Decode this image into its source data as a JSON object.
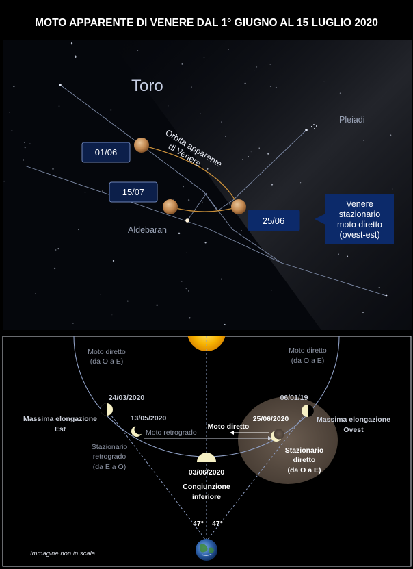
{
  "title": "MOTO APPARENTE DI VENERE DAL 1° GIUGNO AL 15 LUGLIO 2020",
  "sky": {
    "constellation": "Toro",
    "pleiades": "Pleiadi",
    "aldebaran": "Aldebaran",
    "orbit_label_line1": "Orbita apparente",
    "orbit_label_line2": "di Venere",
    "date_1": "01/06",
    "date_2": "15/07",
    "date_3": "25/06",
    "callout_line1": "Venere",
    "callout_line2": "stazionario",
    "callout_line3": "moto diretto",
    "callout_line4": "(ovest-est)"
  },
  "orbit_diagram": {
    "moto_diretto_left_1": "Moto diretto",
    "moto_diretto_left_2": "(da O a E)",
    "moto_diretto_right_1": "Moto diretto",
    "moto_diretto_right_2": "(da O a E)",
    "date_east": "24/03/2020",
    "max_east_1": "Massima elongazione",
    "max_east_2": "Est",
    "date_retro_start": "13/05/2020",
    "moto_retrogrado": "Moto retrogrado",
    "stazionario_retro_1": "Stazionario",
    "stazionario_retro_2": "retrogrado",
    "stazionario_retro_3": "(da E a O)",
    "date_west": "06/01/19",
    "max_west_1": "Massima elongazione",
    "max_west_2": "Ovest",
    "moto_diretto_mid": "Moto diretto",
    "date_station": "25/06/2020",
    "stazionario_dir_1": "Stazionario",
    "stazionario_dir_2": "diretto",
    "stazionario_dir_3": "(da O a E)",
    "date_conj": "03/06/2020",
    "conj_1": "Congiunzione",
    "conj_2": "inferiore",
    "angle_left": "47°",
    "angle_right": "47°",
    "note": "Immagine non in scala"
  },
  "colors": {
    "sky_bg": "#05070c",
    "box_fill": "#0c1f4a",
    "box_stroke": "#6f86b8",
    "callout_fill": "#0c2a6a",
    "orbit_line": "#c98f3a",
    "constellation_line": "#7d8aa6",
    "diagram_orbit": "#8e9fc4",
    "sun": "#f7b200",
    "highlight": "#5a4d42"
  }
}
